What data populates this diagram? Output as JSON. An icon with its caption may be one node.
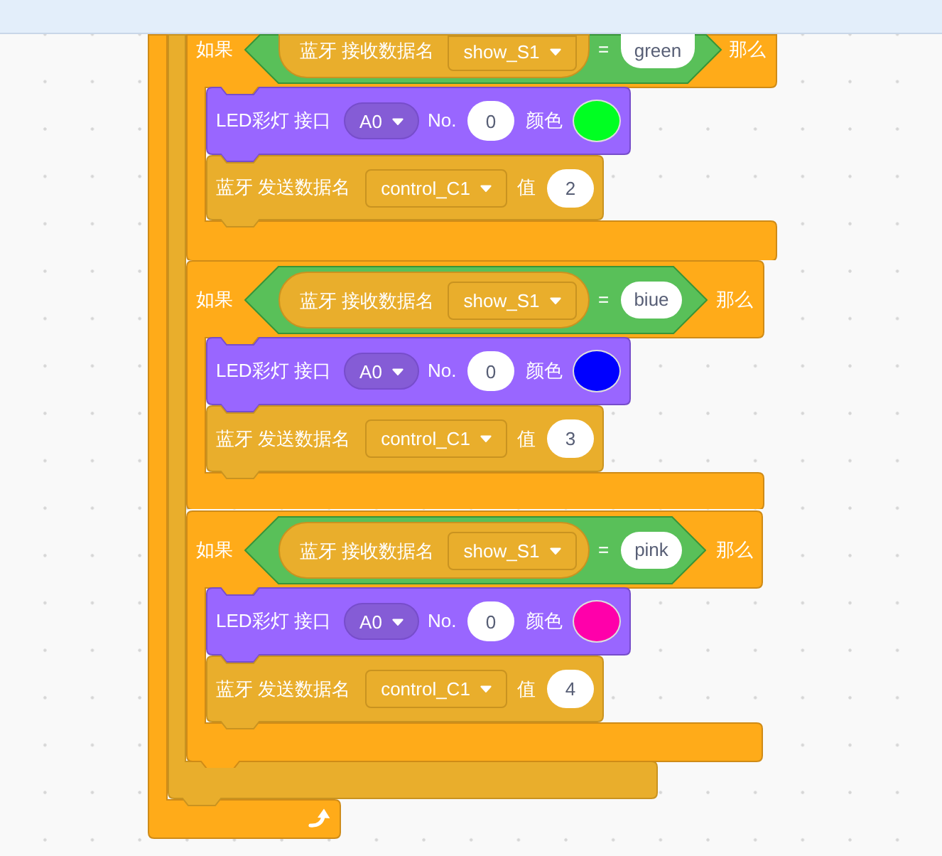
{
  "diagram": {
    "nodes": [
      {
        "text": [],
        "shape": "bar"
      },
      {
        "text": [],
        "shape": "box"
      },
      {
        "text": [],
        "shape": "box"
      },
      {
        "text": [
          "如果",
          "那么"
        ]
      },
      {
        "text": [
          "="
        ],
        "in": 3
      },
      {
        "text": [
          "蓝牙 接收数据名"
        ],
        "in": 4
      },
      {
        "text": [
          "show_S1"
        ],
        "in": 5
      },
      {
        "text": [
          "green"
        ],
        "in": 4
      },
      {
        "text": [
          "LED彩灯 接口",
          "No.",
          "颜色"
        ],
        "in": 3
      },
      {
        "text": [
          "A0"
        ],
        "in": 8
      },
      {
        "text": [
          "0"
        ],
        "in": 8
      },
      {
        "text": [],
        "shape": "circle",
        "in": 8
      },
      {
        "text": [
          "蓝牙 发送数据名",
          "值"
        ],
        "in": 3
      },
      {
        "text": [
          "control_C1"
        ],
        "in": 12
      },
      {
        "text": [
          "2"
        ],
        "in": 12
      },
      {
        "text": [
          "如果",
          "那么"
        ]
      },
      {
        "text": [
          "="
        ],
        "in": 15
      },
      {
        "text": [
          "蓝牙 接收数据名"
        ],
        "in": 16
      },
      {
        "text": [
          "show_S1"
        ],
        "in": 17
      },
      {
        "text": [
          "biue"
        ],
        "in": 16
      },
      {
        "text": [
          "LED彩灯 接口",
          "No.",
          "颜色"
        ],
        "in": 15
      },
      {
        "text": [
          "A0"
        ],
        "in": 20
      },
      {
        "text": [
          "0"
        ],
        "in": 20
      },
      {
        "text": [],
        "shape": "circle",
        "in": 20
      },
      {
        "text": [
          "蓝牙 发送数据名",
          "值"
        ],
        "in": 15
      },
      {
        "text": [
          "control_C1"
        ],
        "in": 24
      },
      {
        "text": [
          "3"
        ],
        "in": 24
      },
      {
        "text": [
          "如果",
          "那么"
        ]
      },
      {
        "text": [
          "="
        ],
        "in": 27
      },
      {
        "text": [
          "蓝牙 接收数据名"
        ],
        "in": 28
      },
      {
        "text": [
          "show_S1"
        ],
        "in": 29
      },
      {
        "text": [
          "pink"
        ],
        "in": 28
      },
      {
        "text": [
          "LED彩灯 接口",
          "No.",
          "颜色"
        ],
        "in": 27
      },
      {
        "text": [
          "A0"
        ],
        "in": 32
      },
      {
        "text": [
          "0"
        ],
        "in": 32
      },
      {
        "text": [],
        "shape": "circle",
        "in": 32
      },
      {
        "text": [
          "蓝牙 发送数据名",
          "值"
        ],
        "in": 27
      },
      {
        "text": [
          "control_C1"
        ],
        "in": 36
      },
      {
        "text": [
          "4"
        ],
        "in": 36
      }
    ]
  }
}
